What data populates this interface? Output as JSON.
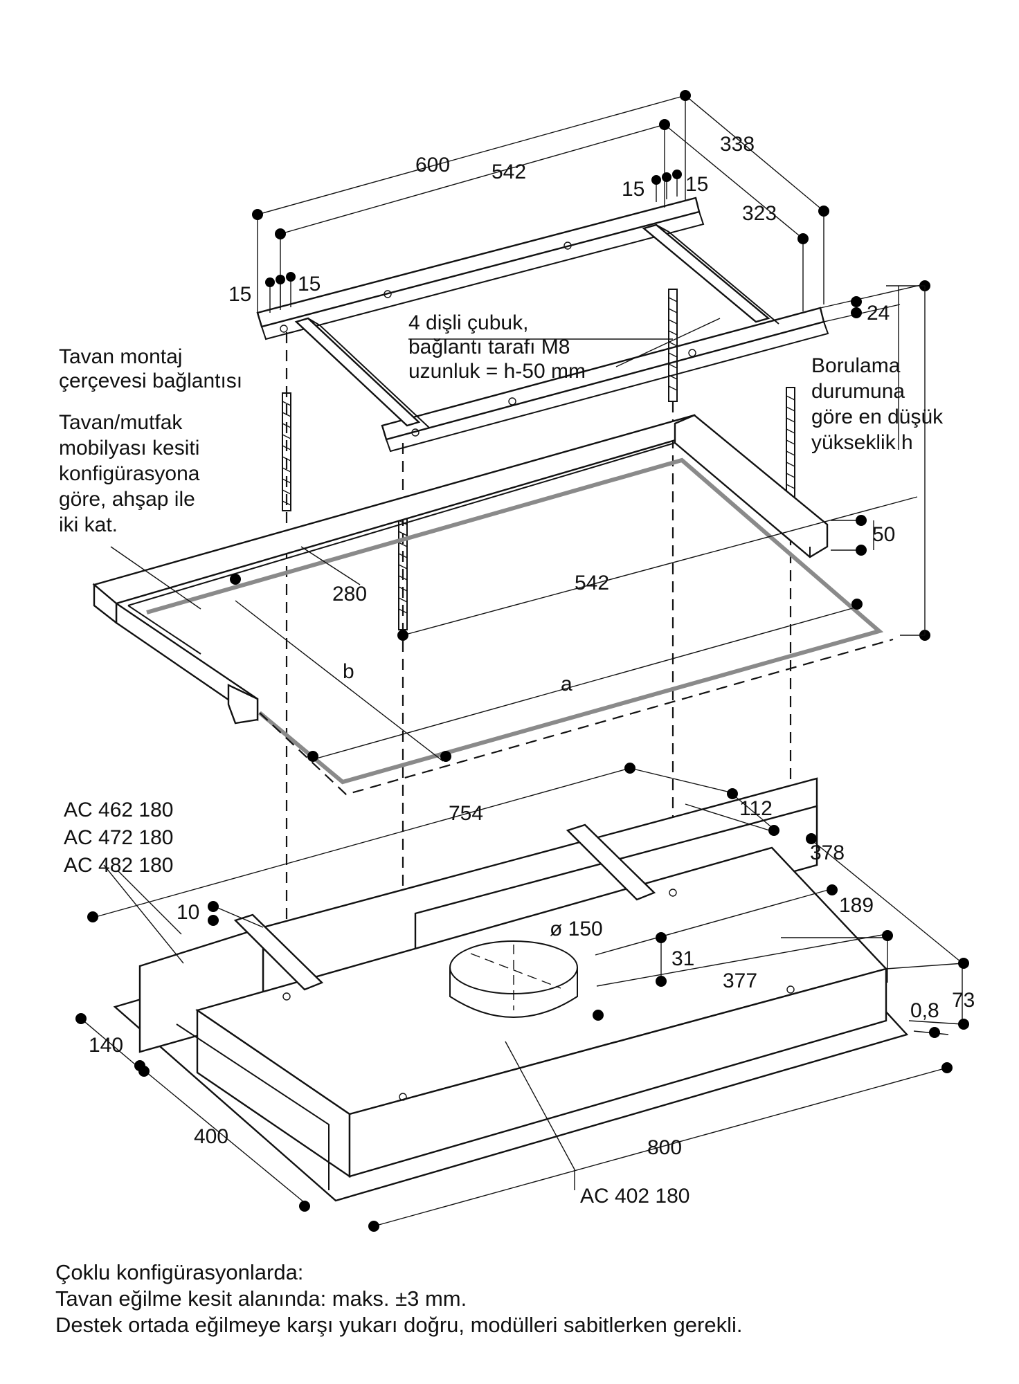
{
  "frame": {
    "dim_600": "600",
    "dim_542_top": "542",
    "dim_338": "338",
    "dim_323": "323",
    "dim_15_r1": "15",
    "dim_15_r2": "15",
    "dim_15_l1": "15",
    "dim_15_l2": "15",
    "dim_24": "24"
  },
  "labels": {
    "rod_line1": "4 dişli çubuk,",
    "rod_line2": "bağlantı tarafı M8",
    "rod_line3": "uzunluk = h-50 mm",
    "mount_line1": "Tavan montaj",
    "mount_line2": "çerçevesi bağlantısı",
    "section_line1": "Tavan/mutfak",
    "section_line2": "mobilyası kesiti",
    "section_line3": "konfigürasyona",
    "section_line4": "göre, ahşap ile",
    "section_line5": "iki kat.",
    "height_line1": "Borulama",
    "height_line2": "durumuna",
    "height_line3": "göre en düşük",
    "height_line4": "yükseklik h"
  },
  "cutout": {
    "dim_50": "50",
    "dim_280": "280",
    "dim_542": "542",
    "dim_b": "b",
    "dim_a": "a"
  },
  "models": {
    "m1": "AC 462 180",
    "m2": "AC 472 180",
    "m3": "AC 482 180",
    "main": "AC 402 180"
  },
  "unit": {
    "dim_754": "754",
    "dim_112": "112",
    "dim_378": "378",
    "dim_189": "189",
    "dim_150": "ø 150",
    "dim_31": "31",
    "dim_377": "377",
    "dim_73": "73",
    "dim_08": "0,8",
    "dim_10": "10",
    "dim_140": "140",
    "dim_400": "400",
    "dim_800": "800"
  },
  "notes": [
    "Çoklu konfigürasyonlarda:",
    "Tavan eğilme kesit alanında: maks. ±3 mm.",
    "Destek ortada eğilmeye karşı yukarı doğru, modülleri sabitlerken gerekli."
  ]
}
